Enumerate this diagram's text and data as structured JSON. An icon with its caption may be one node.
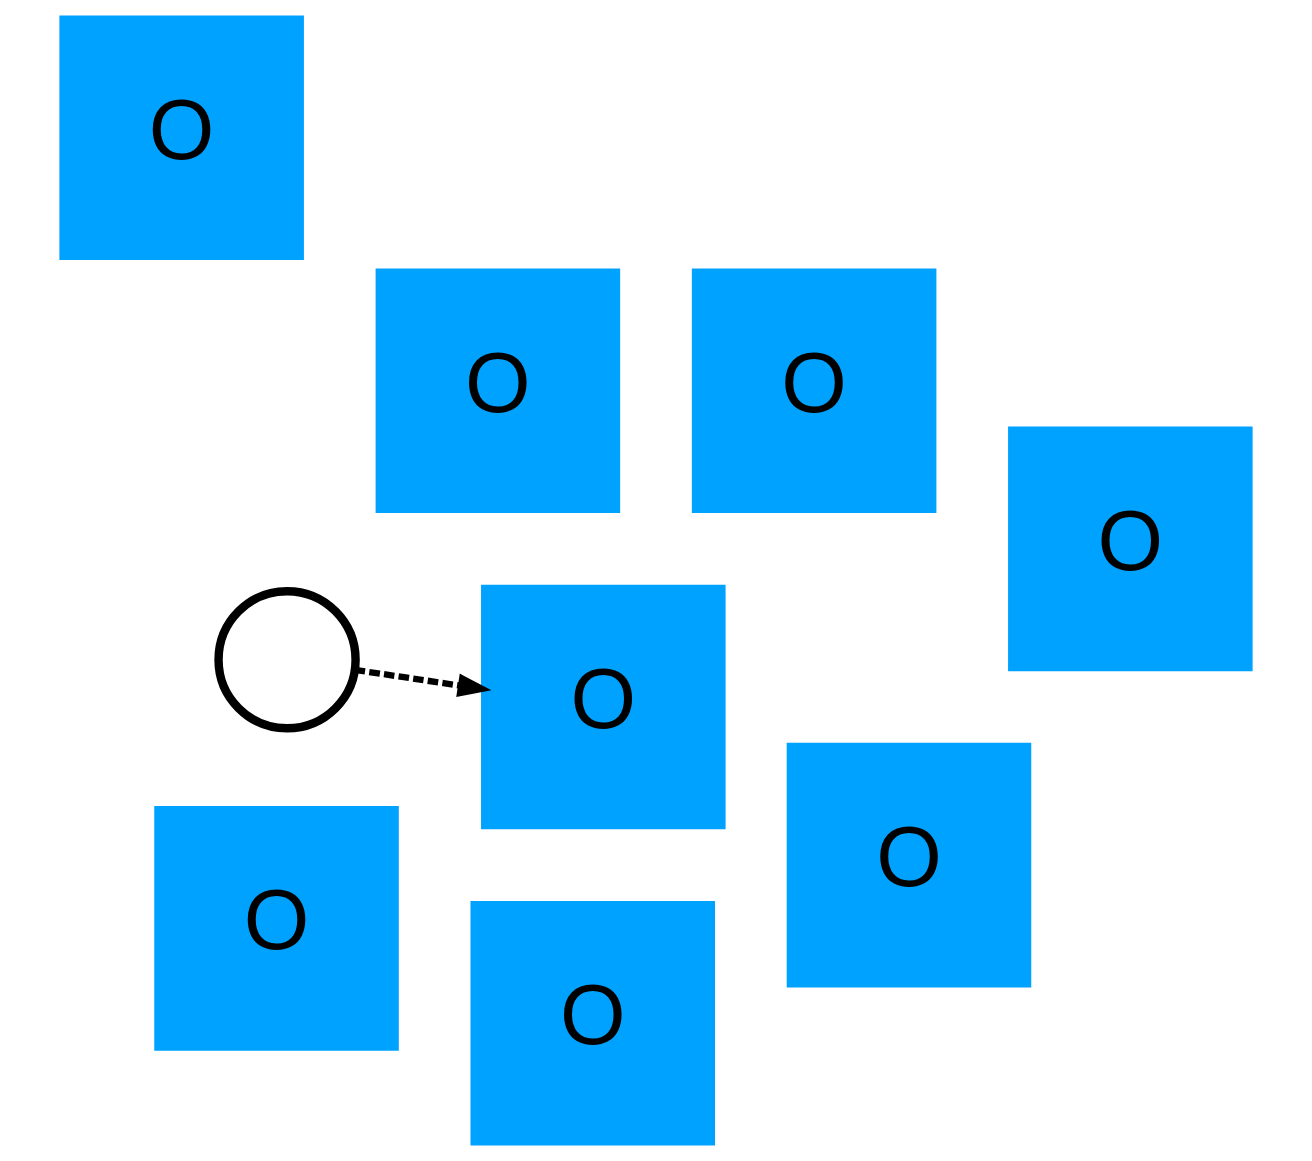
{
  "diagram": {
    "nodes": [
      {
        "text": [
          "O"
        ]
      },
      {
        "text": [
          "O"
        ]
      },
      {
        "text": [
          "O"
        ]
      },
      {
        "text": [
          "O"
        ]
      },
      {
        "text": [],
        "shape": "circle"
      },
      {
        "text": [
          "O"
        ]
      },
      {
        "text": [
          "O"
        ]
      },
      {
        "text": [
          "O"
        ]
      },
      {
        "text": [
          "O"
        ]
      }
    ],
    "edges": [
      {
        "from": 4,
        "to": 8,
        "arrow": "to",
        "style": "dashed"
      }
    ]
  }
}
